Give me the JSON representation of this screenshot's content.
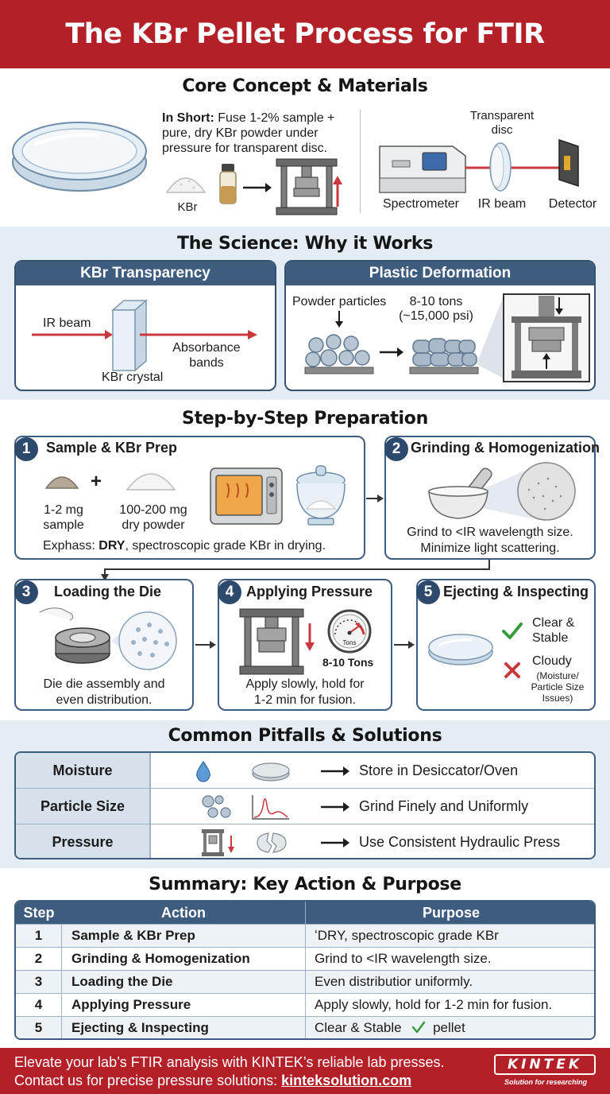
{
  "header": {
    "title": "The KBr Pellet Process for FTIR Analysis"
  },
  "core": {
    "title": "Core Concept & Materials",
    "short_label": "In Short:",
    "short_text": "Fuse 1-2% sample + pure, dry KBr powder under pressure for transparent disc.",
    "kbr_label": "KBr",
    "disc_label": "Transparent disc",
    "spectrometer_label": "Spectrometer",
    "ir_beam_label": "IR beam",
    "detector_label": "Detector"
  },
  "science": {
    "title": "The Science: Why it Works",
    "transparency": {
      "heading": "KBr Transparency",
      "ir_beam": "IR beam",
      "crystal": "KBr crystal",
      "absorbance": "Absorbance bands"
    },
    "deformation": {
      "heading": "Plastic Deformation",
      "particles": "Powder particles",
      "tons": "8-10 tons",
      "psi": "(~15,000 psi)"
    }
  },
  "steps": {
    "title": "Step-by-Step Preparation",
    "items": [
      {
        "num": "1",
        "title": "Sample & KBr Prep"
      },
      {
        "num": "2",
        "title": "Grinding & Homogenization"
      },
      {
        "num": "3",
        "title": "Loading the Die"
      },
      {
        "num": "4",
        "title": "Applying Pressure"
      },
      {
        "num": "5",
        "title": "Ejecting & Inspecting"
      }
    ],
    "s1": {
      "sample_amount": "1-2 mg",
      "sample_word": "sample",
      "powder_amount": "100-200 mg",
      "powder_word": "dry powder",
      "emph_prefix": "Exphass: ",
      "emph_bold": "DRY",
      "emph_suffix": ", spectroscopic grade KBr in drying."
    },
    "s2": {
      "line1": "Grind to <IR wavelength size.",
      "line2": "Minimize light scattering."
    },
    "s3": {
      "line1": "Die die assembly and",
      "line2": "even distribution."
    },
    "s4": {
      "gauge": "Tons",
      "tons": "8-10 Tons",
      "line1": "Apply slowly, hold for",
      "line2": "1-2 min for fusion."
    },
    "s5": {
      "clear1": "Clear &",
      "clear2": "Stable",
      "cloudy": "Cloudy",
      "cloudy_note1": "(Moisture/",
      "cloudy_note2": "Particle Size",
      "cloudy_note3": "Issues)"
    }
  },
  "pitfalls": {
    "title": "Common Pitfalls & Solutions",
    "rows": [
      {
        "issue": "Moisture",
        "solution": "Store in Desiccator/Oven"
      },
      {
        "issue": "Particle Size",
        "solution": "Grind Finely and Uniformly"
      },
      {
        "issue": "Pressure",
        "solution": "Use Consistent Hydraulic Press"
      }
    ]
  },
  "summary": {
    "title": "Summary: Key Action & Purpose",
    "headers": {
      "step": "Step",
      "action": "Action",
      "purpose": "Purpose"
    },
    "rows": [
      {
        "step": "1",
        "action": "Sample & KBr Prep",
        "purpose": "ʻDRY, spectroscopic grade KBr"
      },
      {
        "step": "2",
        "action": "Grinding & Homogenization",
        "purpose": "Grind to <IR wavelength size."
      },
      {
        "step": "3",
        "action": "Loading the Die",
        "purpose": "Even distributior uniformly."
      },
      {
        "step": "4",
        "action": "Applying Pressure",
        "purpose": "Apply slowly, hold for 1-2 min for fusion."
      },
      {
        "step": "5",
        "action": "Ejecting & Inspecting",
        "purpose": "Clear & Stable",
        "purpose_suffix": "pellet"
      }
    ]
  },
  "footer": {
    "line1": "Elevate your lab’s FTIR analysis with KINTEK’s reliable lab presses.",
    "line2_prefix": "Contact us for precise pressure solutions: ",
    "link": "kinteksolution.com",
    "logo": "KINTEK",
    "tagline": "Solution for researching"
  },
  "colors": {
    "brand_red": "#b32028",
    "navy": "#3e5c7e",
    "band_blue": "#e4ecf4",
    "arrow_red": "#c8383c",
    "check_green": "#3a9a3e"
  }
}
